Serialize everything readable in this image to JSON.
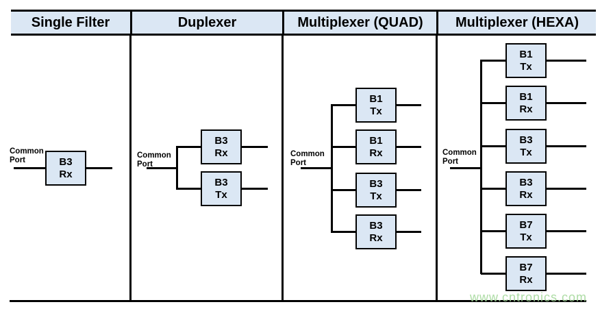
{
  "columns": [
    {
      "header": "Single Filter",
      "common_port_label": "Common\nPort",
      "filters": [
        {
          "band": "B3",
          "path": "Rx"
        }
      ]
    },
    {
      "header": "Duplexer",
      "common_port_label": "Common\nPort",
      "filters": [
        {
          "band": "B3",
          "path": "Rx"
        },
        {
          "band": "B3",
          "path": "Tx"
        }
      ]
    },
    {
      "header": "Multiplexer (QUAD)",
      "common_port_label": "Common\nPort",
      "filters": [
        {
          "band": "B1",
          "path": "Tx"
        },
        {
          "band": "B1",
          "path": "Rx"
        },
        {
          "band": "B3",
          "path": "Tx"
        },
        {
          "band": "B3",
          "path": "Rx"
        }
      ]
    },
    {
      "header": "Multiplexer (HEXA)",
      "common_port_label": "Common\nPort",
      "filters": [
        {
          "band": "B1",
          "path": "Tx"
        },
        {
          "band": "B1",
          "path": "Rx"
        },
        {
          "band": "B3",
          "path": "Tx"
        },
        {
          "band": "B3",
          "path": "Rx"
        },
        {
          "band": "B7",
          "path": "Tx"
        },
        {
          "band": "B7",
          "path": "Rx"
        }
      ]
    }
  ],
  "watermark": "www.cntronics.com",
  "colors": {
    "box_fill": "#dbe7f4",
    "header_fill": "#dbe7f4",
    "line": "#000000",
    "watermark_green": "#9fd695"
  }
}
